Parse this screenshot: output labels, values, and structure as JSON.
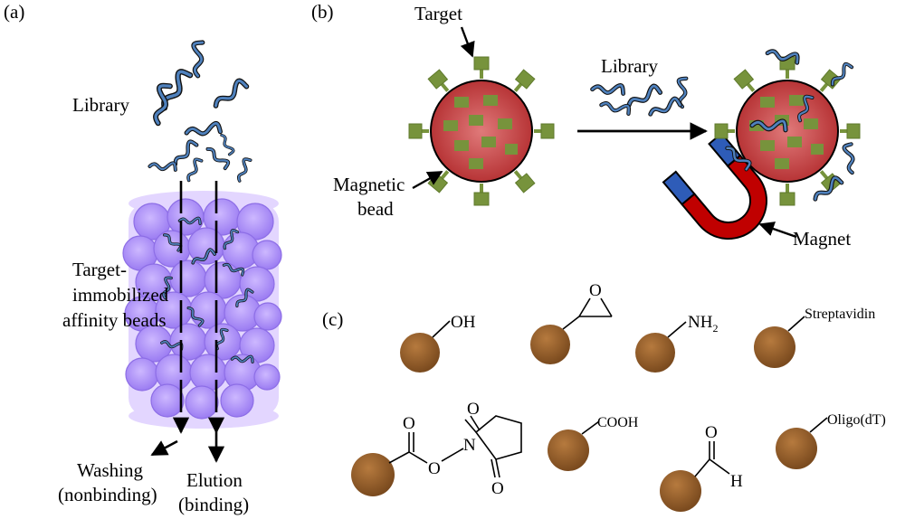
{
  "panels": {
    "a": "(a)",
    "b": "(b)",
    "c": "(c)"
  },
  "panel_a": {
    "library": "Library",
    "beads_line1": "Target-",
    "beads_line2": "immobilized",
    "beads_line3": "affinity beads",
    "washing_line1": "Washing",
    "washing_line2": "(nonbinding)",
    "elution_line1": "Elution",
    "elution_line2": "(binding)"
  },
  "panel_b": {
    "target": "Target",
    "library": "Library",
    "magnetic_line1": "Magnetic",
    "magnetic_line2": "bead",
    "magnet": "Magnet"
  },
  "panel_c": {
    "oh": "OH",
    "epoxide_o": "O",
    "nh2": "NH",
    "nh2_sub": "2",
    "streptavidin": "Streptavidin",
    "nhs_o_carbonyl": "O",
    "nhs_o_link": "O",
    "nhs_n": "N",
    "nhs_o_top": "O",
    "nhs_o_bottom": "O",
    "cooh": "COOH",
    "aldehyde_o": "O",
    "aldehyde_h": "H",
    "oligo": "Oligo(dT)"
  },
  "colors": {
    "bead_red": "#c0393b",
    "target_green": "#77933c",
    "strand_blue": "#4f81bd",
    "resin_purple": "#a58bff",
    "resin_halo": "#e3d6ff",
    "magnet_red": "#c00000",
    "magnet_blue": "#2e5cb8",
    "brown_bead": "#8b5a2b"
  }
}
